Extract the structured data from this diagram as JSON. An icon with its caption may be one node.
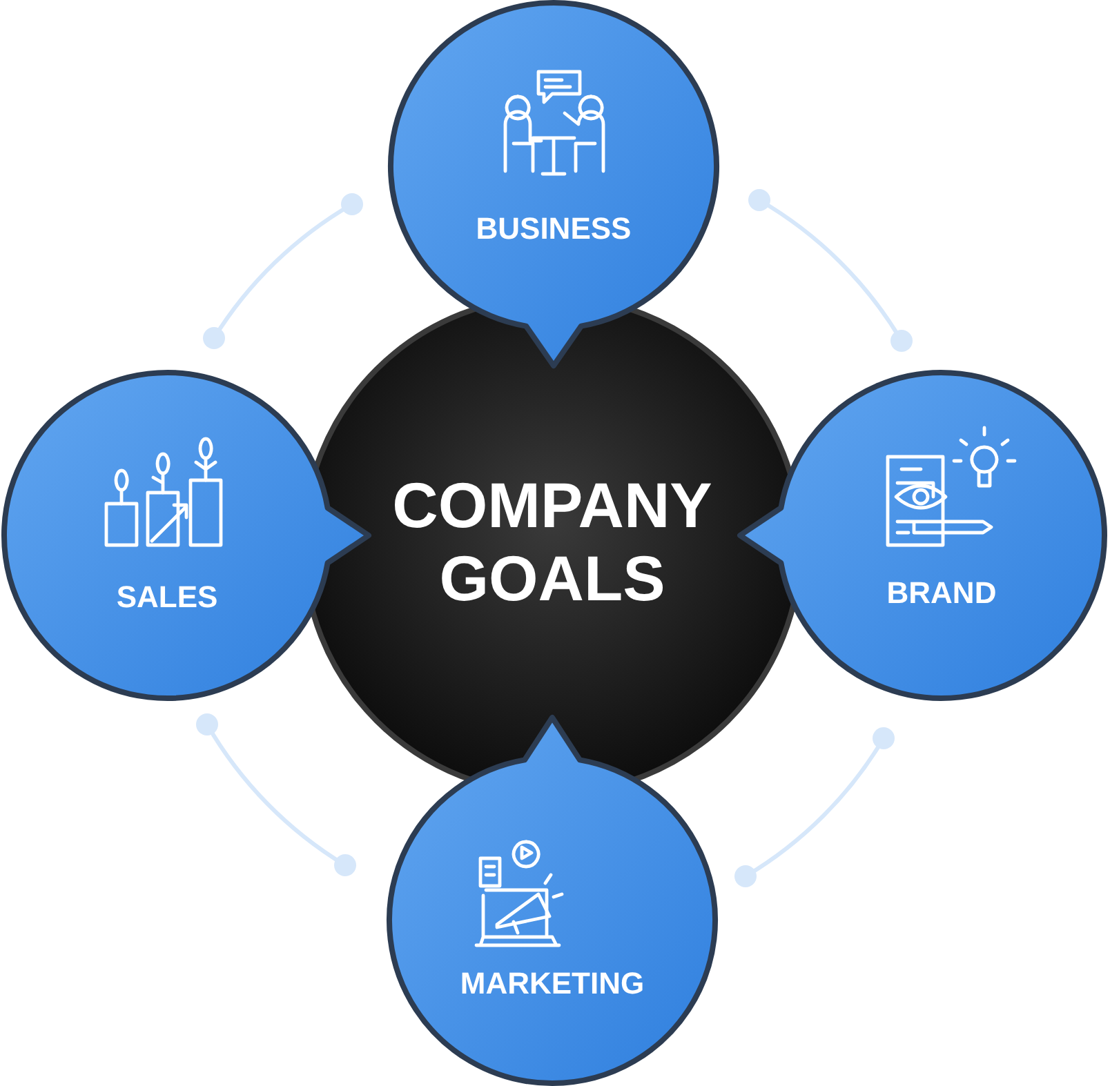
{
  "diagram": {
    "nodes": [
      {
        "text": [
          "BUSINESS"
        ]
      },
      {
        "text": [
          "SALES"
        ]
      },
      {
        "text": [
          "COMPANY GOALS"
        ]
      },
      {
        "text": [
          "BRAND"
        ]
      },
      {
        "text": [
          "MARKETING"
        ]
      }
    ]
  }
}
